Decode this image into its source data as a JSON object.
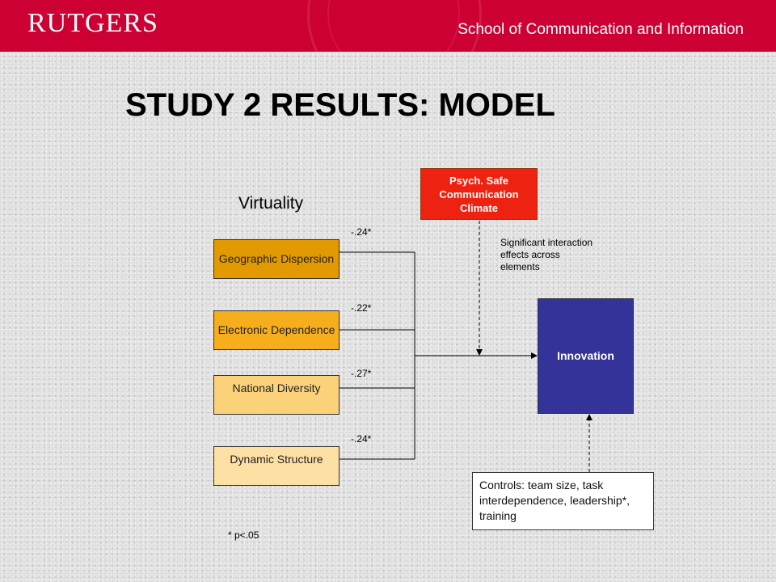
{
  "header": {
    "logo_text": "RUTGERS",
    "school": "School of Communication and Information"
  },
  "title": "STUDY 2 RESULTS:  MODEL",
  "group_label": "Virtuality",
  "nodes": {
    "geographic": "Geographic Dispersion",
    "electronic": "Electronic Dependence",
    "national": "National Diversity",
    "dynamic": "Dynamic Structure",
    "psych": "Psych. Safe Communication Climate",
    "innovation": "Innovation",
    "controls": "Controls: team size, task interdependence, leadership*, training"
  },
  "coefficients": {
    "geographic": "-.24*",
    "electronic": "-.22*",
    "national": "-.27*",
    "dynamic": "-.24*"
  },
  "interaction_note": "Significant interaction effects across elements",
  "significance_note": "* p<.05",
  "colors": {
    "header": "#cc0033",
    "geographic": "#e39a00",
    "electronic": "#f7ae1c",
    "national": "#fbd27a",
    "dynamic": "#fde0a4",
    "psych": "#ee2211",
    "innovation": "#333399"
  }
}
